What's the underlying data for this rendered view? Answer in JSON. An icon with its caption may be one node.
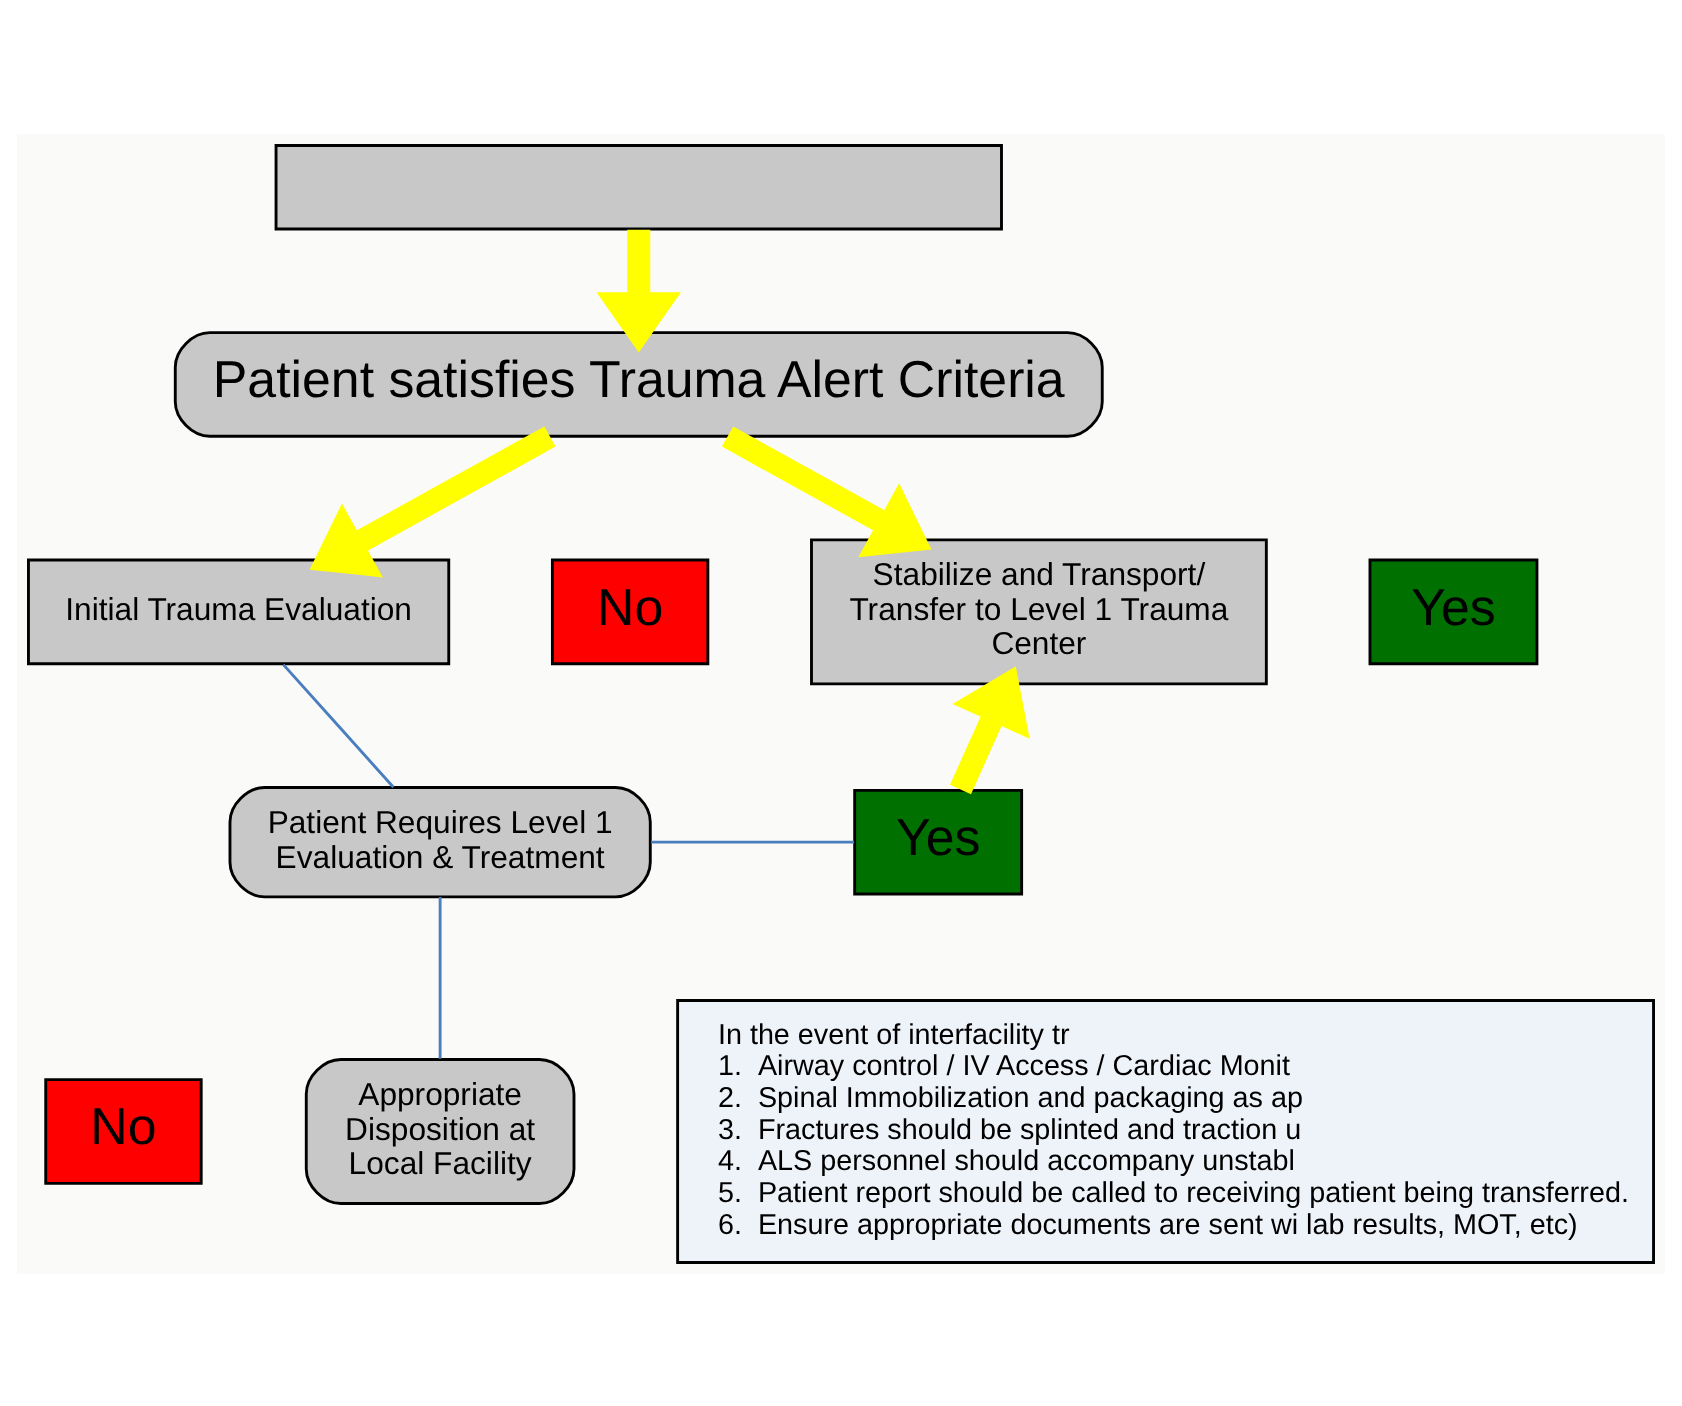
{
  "diagram": {
    "nodes": [
      {
        "text": [],
        "shape": "box"
      },
      {
        "text": [
          "Patient satisfies Trauma Alert Criteria"
        ]
      },
      {
        "text": [
          "No"
        ]
      },
      {
        "text": [
          "Yes"
        ]
      },
      {
        "text": [
          "Initial Trauma Evaluation"
        ]
      },
      {
        "text": [
          "Stabilize and Transport/ Transfer to Level 1 Trauma Center"
        ]
      },
      {
        "text": [
          "Patient Requires Level 1 Evaluation & Treatment"
        ]
      },
      {
        "text": [
          "Yes"
        ]
      },
      {
        "text": [
          "No"
        ]
      },
      {
        "text": [
          "Appropriate Disposition at Local Facility"
        ]
      },
      {
        "text": [
          "In the event of interfacility tr",
          "1.  Airway control / IV Access / Cardiac Monit",
          "2.  Spinal Immobilization and packaging as ap",
          "3.  Fractures should be splinted and traction u",
          "4.  ALS personnel should accompany unstabl",
          "5.  Patient report should be called to receiving patient being transferred.",
          "6.  Ensure appropriate documents are sent wi lab results, MOT, etc)"
        ]
      }
    ],
    "edges": [
      {
        "from": 0,
        "to": 1,
        "arrow": "to"
      },
      {
        "from": 1,
        "to": 4,
        "arrow": "to"
      },
      {
        "from": 1,
        "to": 5,
        "arrow": "to"
      },
      {
        "from": 4,
        "to": 6,
        "arrow": "none",
        "color": "#4a7ebf"
      },
      {
        "from": 6,
        "to": 7,
        "arrow": "none",
        "color": "#4a7ebf"
      },
      {
        "from": 7,
        "to": 5,
        "arrow": "to"
      },
      {
        "from": 6,
        "to": 9,
        "arrow": "none",
        "color": "#4a7ebf"
      }
    ]
  }
}
